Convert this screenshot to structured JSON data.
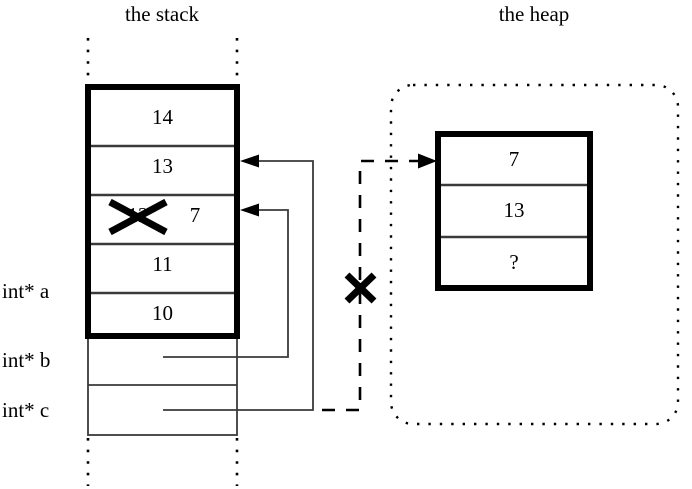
{
  "diagram": {
    "stack": {
      "title": "the stack",
      "cells": [
        {
          "value": "14"
        },
        {
          "value": "13"
        },
        {
          "value": "12",
          "struck": true,
          "new_value": "7"
        },
        {
          "value": "11"
        },
        {
          "value": "10"
        }
      ],
      "pointer_rows": [
        {
          "label": "int* a"
        },
        {
          "label": "int* b"
        },
        {
          "label": "int* c"
        }
      ]
    },
    "heap": {
      "title": "the heap",
      "cells": [
        {
          "value": "7"
        },
        {
          "value": "13"
        },
        {
          "value": "?"
        }
      ]
    },
    "marks": {
      "cancel_x_label": "X",
      "struck_cell_x_label": "X"
    },
    "colors": {
      "ink": "#000000",
      "thin_rule": "#3a3a3a",
      "background": "#ffffff"
    }
  }
}
